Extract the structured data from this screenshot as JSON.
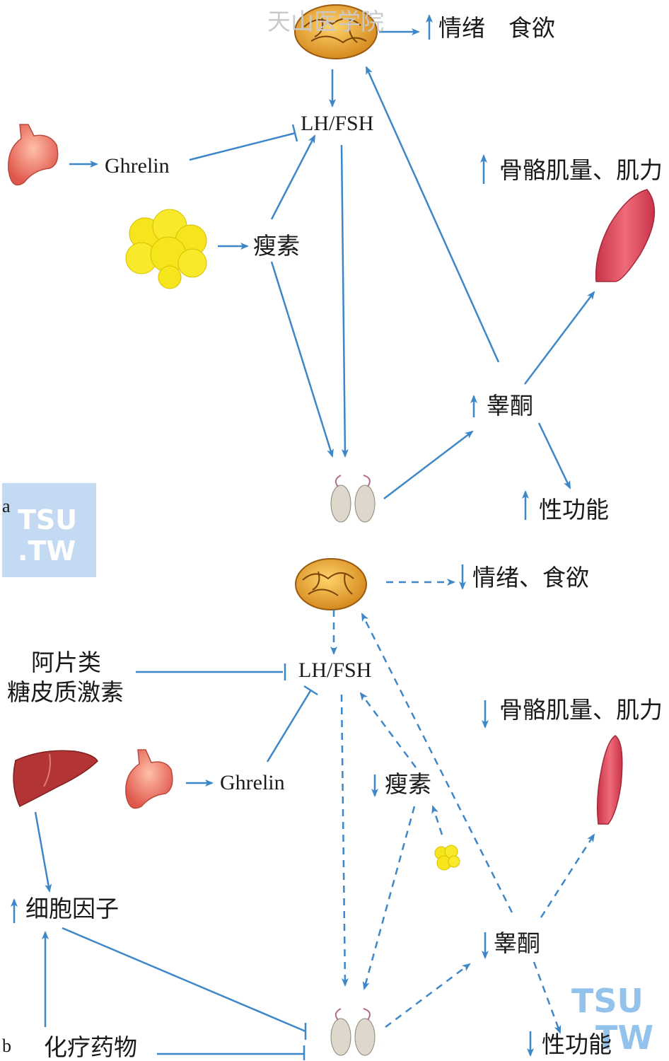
{
  "watermarks": {
    "top": "天山医学院",
    "box_line1": "TSU",
    "box_line2": ".TW",
    "br_line1": "TSU",
    "br_line2": "TW"
  },
  "colors": {
    "arrow": "#3d87c9",
    "brain": "#e8a93a",
    "stomach": "#ef7f73",
    "fat": "#f6e51c",
    "muscle": "#d9465b",
    "liver": "#b23434",
    "testis": "#d8d4c8"
  },
  "panel_a": {
    "tag": "a",
    "hormone": "LH/FSH",
    "ghrelin": "Ghrelin",
    "leptin": "瘦素",
    "testosterone": "睾酮",
    "mood_appetite": "情绪　食欲",
    "muscle_strength": "骨骼肌量、肌力",
    "sexual_function": "性功能"
  },
  "panel_b": {
    "tag": "b",
    "hormone": "LH/FSH",
    "ghrelin": "Ghrelin",
    "leptin": "瘦素",
    "testosterone": "睾酮",
    "mood_appetite": "情绪、食欲",
    "muscle_strength": "骨骼肌量、肌力",
    "sexual_function": "性功能",
    "opioid_line1": "阿片类",
    "opioid_line2": "糖皮质激素",
    "cytokines": "细胞因子",
    "chemo": "化疗药物"
  }
}
